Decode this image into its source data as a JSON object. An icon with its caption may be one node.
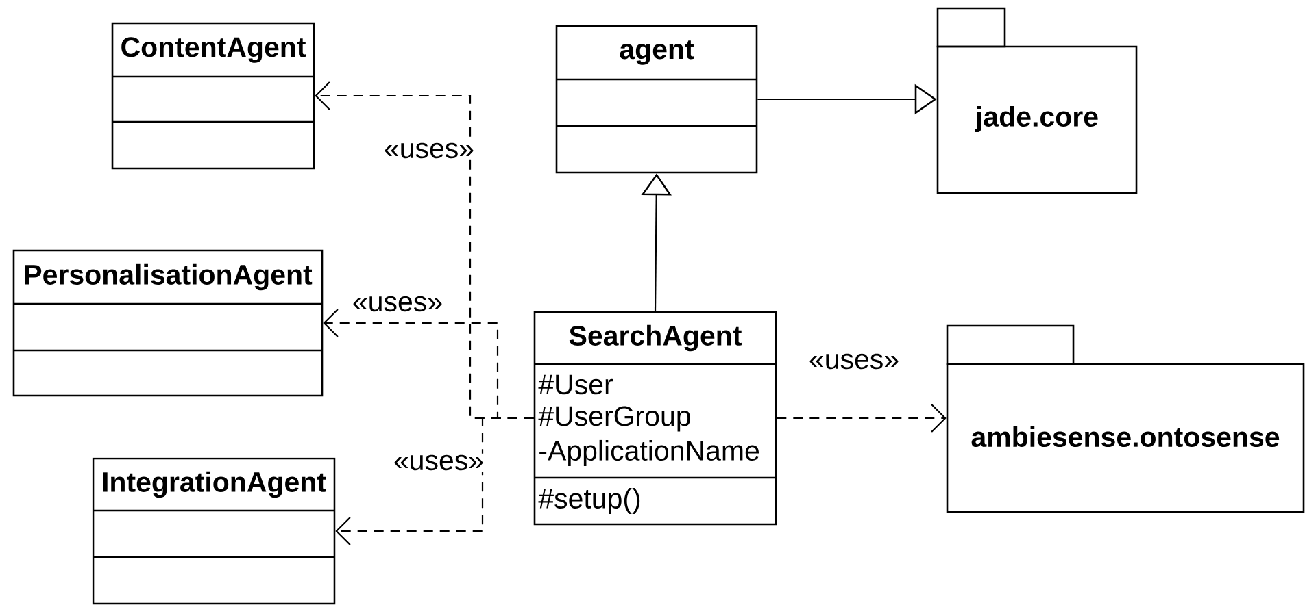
{
  "diagram": {
    "nodes": [
      {
        "text": [
          "ContentAgent"
        ]
      },
      {
        "text": [
          "PersonalisationAgent"
        ]
      },
      {
        "text": [
          "IntegrationAgent"
        ]
      },
      {
        "text": [
          "agent"
        ]
      },
      {
        "text": [
          "jade.core"
        ]
      },
      {
        "text": [
          "SearchAgent",
          "#User",
          "#UserGroup",
          "-ApplicationName",
          "#setup()"
        ]
      },
      {
        "text": [
          "ambiesense.ontosense"
        ]
      }
    ],
    "edges": [
      {
        "from": 3,
        "to": 4,
        "arrow": "to"
      },
      {
        "from": 5,
        "to": 3,
        "arrow": "to"
      },
      {
        "from": 5,
        "to": 0,
        "arrow": "to",
        "style": "dashed",
        "label": "«uses»"
      },
      {
        "from": 5,
        "to": 1,
        "arrow": "to",
        "style": "dashed",
        "label": "«uses»"
      },
      {
        "from": 5,
        "to": 2,
        "arrow": "to",
        "style": "dashed",
        "label": "«uses»"
      },
      {
        "from": 5,
        "to": 6,
        "arrow": "to",
        "style": "dashed",
        "label": "«uses»"
      }
    ]
  }
}
